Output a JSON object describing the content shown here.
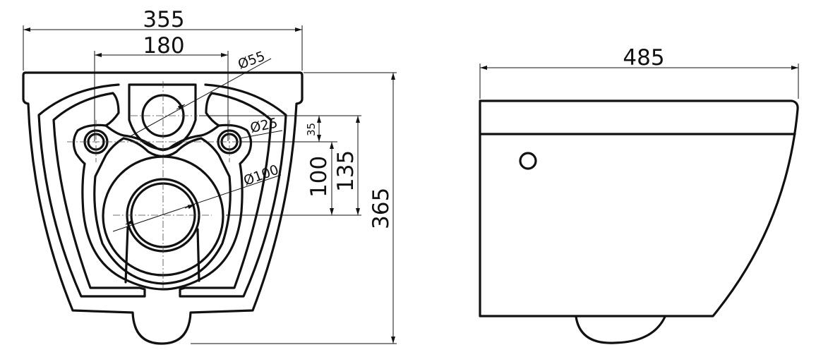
{
  "front_view": {
    "width_overall": "355",
    "mount_spacing": "180",
    "inlet_diameter": "Ø55",
    "mount_hole_diameter": "Ø25",
    "outlet_diameter": "Ø100",
    "inlet_to_mount_offset": "35",
    "mount_to_outlet": "100",
    "inlet_to_outlet": "135",
    "height_overall": "365"
  },
  "side_view": {
    "depth_overall": "485"
  },
  "colors": {
    "line": "#111111",
    "background": "#ffffff"
  }
}
